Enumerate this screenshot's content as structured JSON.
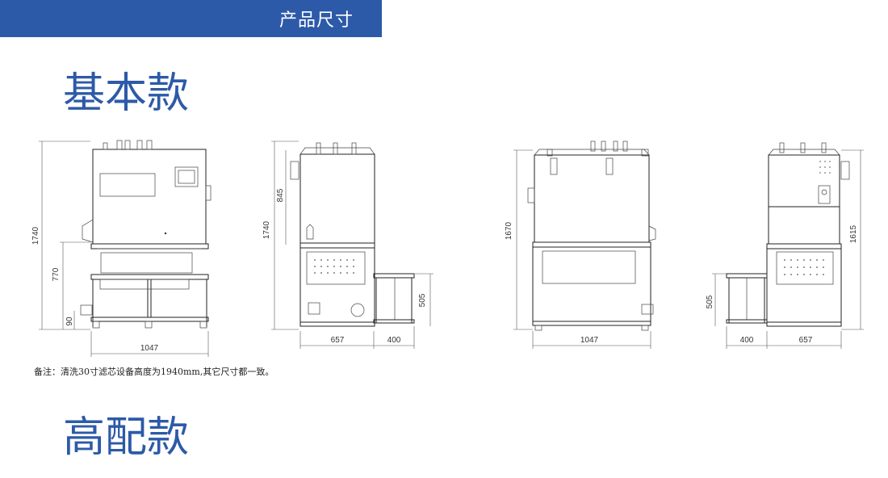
{
  "header": {
    "title": "产品尺寸",
    "bar_color": "#2d5aa8"
  },
  "sections": {
    "basic": {
      "title": "基本款"
    },
    "premium": {
      "title": "高配款"
    }
  },
  "drawings": {
    "basic_front": {
      "height": "1740",
      "lower": "770",
      "base": "90",
      "width": "1047"
    },
    "basic_side": {
      "height": "1740",
      "upper": "845",
      "box": "505",
      "depth": "657",
      "platform": "400"
    },
    "premium_front": {
      "height": "1670",
      "width": "1047"
    },
    "premium_side": {
      "height": "1615",
      "box": "505",
      "platform": "400",
      "depth": "657"
    }
  },
  "note": "备注：清洗30寸滤芯设备高度为1940mm,其它尺寸都一致。"
}
